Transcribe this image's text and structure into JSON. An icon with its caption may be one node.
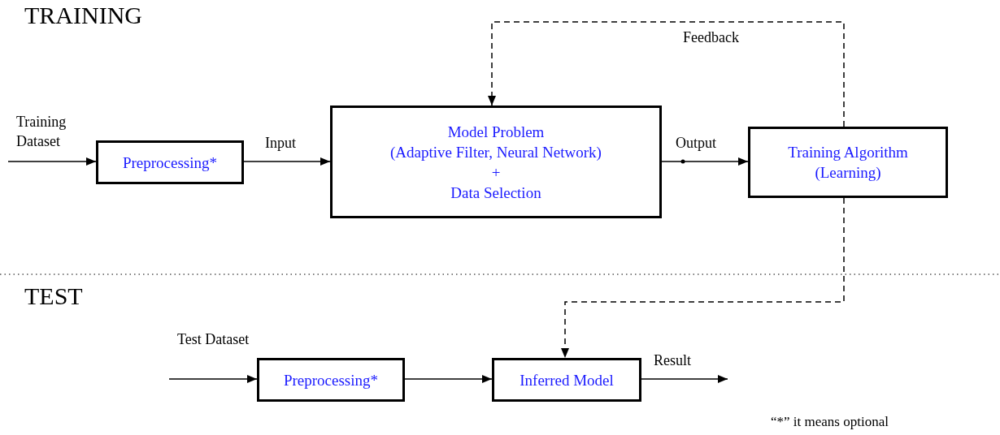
{
  "diagram": {
    "nodes": [
      {
        "text": [
          "Preprocessing*"
        ]
      },
      {
        "text": [
          "Model Problem",
          "(Adaptive Filter, Neural Network)",
          "+",
          "Data Selection"
        ]
      },
      {
        "text": [
          "Training Algorithm",
          "(Learning)"
        ]
      },
      {
        "text": [
          "Preprocessing*"
        ]
      },
      {
        "text": [
          "Inferred Model"
        ]
      }
    ],
    "edges": [
      {
        "from": null,
        "to": 0,
        "arrow": "to",
        "label": "Training Dataset"
      },
      {
        "from": 0,
        "to": 1,
        "arrow": "to",
        "label": "Input"
      },
      {
        "from": 1,
        "to": 2,
        "arrow": "to",
        "label": "Output"
      },
      {
        "from": 2,
        "to": 1,
        "arrow": "to",
        "label": "Feedback",
        "style": "dashed"
      },
      {
        "from": 2,
        "to": 4,
        "arrow": "to",
        "style": "dashed"
      },
      {
        "from": null,
        "to": 3,
        "arrow": "to",
        "label": "Test Dataset"
      },
      {
        "from": 3,
        "to": 4,
        "arrow": "to"
      },
      {
        "from": 4,
        "to": null,
        "arrow": "to",
        "label": "Result"
      }
    ],
    "labels": [
      "TRAINING",
      "TEST",
      "“*” it means optional"
    ]
  }
}
